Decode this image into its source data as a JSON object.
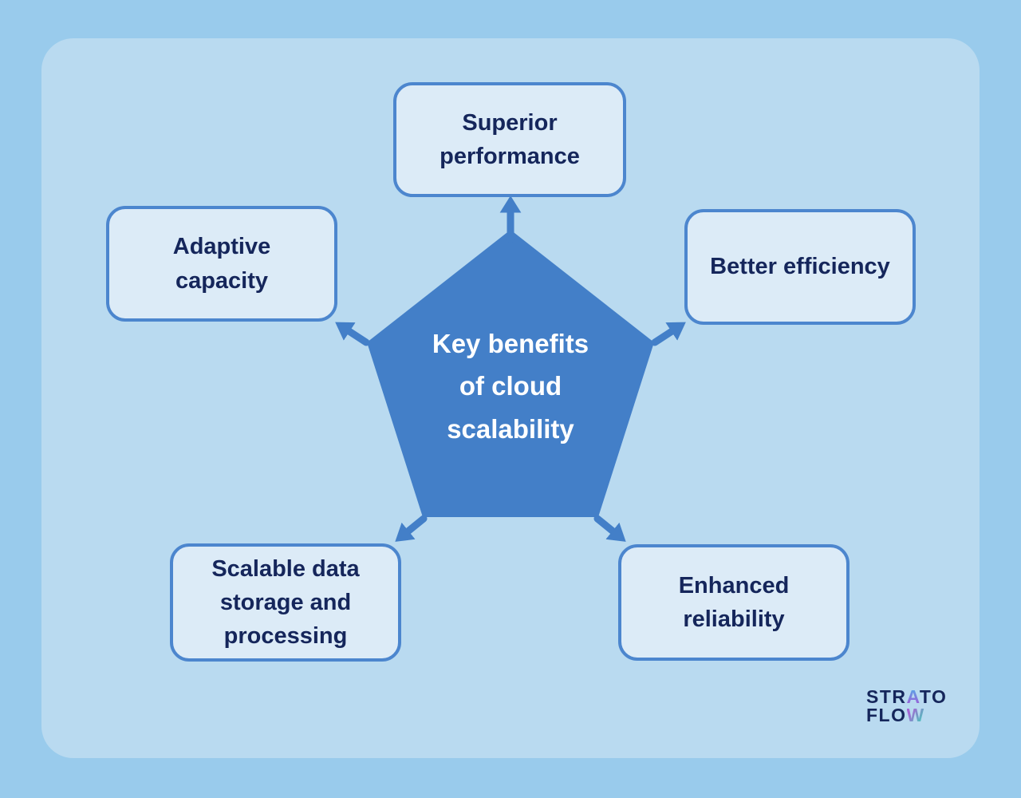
{
  "palette": {
    "outer_bg": "#99CBEC",
    "panel_bg": "#B9DAF0",
    "shape_fill": "#437FC8",
    "node_fill": "#DCEBF7",
    "node_border": "#4C86CE",
    "node_text": "#15265B",
    "center_text": "#FFFFFF"
  },
  "center": {
    "shape": "pentagon",
    "label": "Key benefits\nof cloud\nscalability"
  },
  "nodes": [
    {
      "id": "superior-performance",
      "label": "Superior\nperformance",
      "position": "top"
    },
    {
      "id": "adaptive-capacity",
      "label": "Adaptive\ncapacity",
      "position": "left"
    },
    {
      "id": "better-efficiency",
      "label": "Better efficiency",
      "position": "right"
    },
    {
      "id": "scalable-data-storage",
      "label": "Scalable data\nstorage and\nprocessing",
      "position": "bottom-left"
    },
    {
      "id": "enhanced-reliability",
      "label": "Enhanced\nreliability",
      "position": "bottom-right"
    }
  ],
  "logo": {
    "line1_pre": "STR",
    "line1_accent": "A",
    "line1_post": "TO",
    "line2_pre": "FLO",
    "line2_accent": "W"
  }
}
